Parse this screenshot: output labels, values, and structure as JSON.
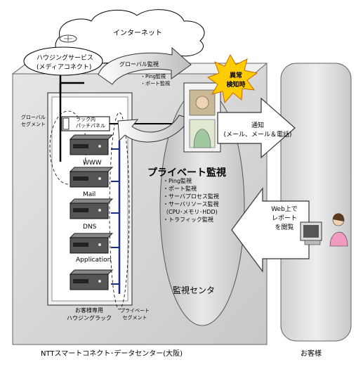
{
  "labels": {
    "internet": "インターネット",
    "housing_service_line1": "ハウジングサービス",
    "housing_service_line2": "(メディアコネクト)",
    "global_monitoring": "グローバル監視",
    "ping_monitoring_small": "・Ping監視",
    "port_monitoring_small": "・ポート監視",
    "alert_line1": "異常",
    "alert_line2": "検知時",
    "global_segment_line1": "グローバル",
    "global_segment_line2": "セグメント",
    "patch_panel_line1": "ラック内",
    "patch_panel_line2": "パッチパネル",
    "notify_line1": "通知",
    "notify_line2": "(メール、メール＆電話)",
    "private_monitoring_title": "プライベート監視",
    "private_items": [
      "・Ping監視",
      "・ポート監視",
      "・サーバプロセス監視",
      "・サーバリソース監視",
      "（CPU･メモリ･HDD)",
      "・トラフィック監視"
    ],
    "server_www": "WWW",
    "server_mail": "Mail",
    "server_dns": "DNS",
    "server_application": "Application",
    "rack_label_line1": "お客様専用",
    "rack_label_line2": "ハウジングラック",
    "private_segment_line1": "プライベート",
    "private_segment_line2": "セグメント",
    "monitoring_center": "監視センタ",
    "web_report_line1": "Web上で",
    "web_report_line2": "レポート",
    "web_report_line3": "を閲覧",
    "datacenter": "NTTスマートコネクト･データセンター(大阪)",
    "customer": "お客様"
  },
  "colors": {
    "panel_fill": "#dcdcdc",
    "panel_stroke": "#555555",
    "center_fill": "#d4d4d4",
    "rack_fill": "#eeeeee",
    "alert_fill": "#ffcc00",
    "line_blue": "#1a2f8c",
    "arrow_fill": "#ffffff"
  }
}
